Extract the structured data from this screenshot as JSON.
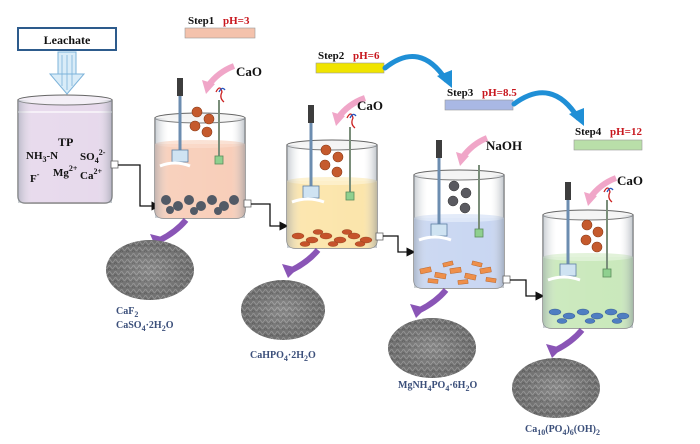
{
  "leachate": {
    "label": "Leachate"
  },
  "tank1": {
    "labels": {
      "tp": "TP",
      "nh3": "NH",
      "nh3_sub": "3",
      "nh3_rest": "-N",
      "so4": "SO",
      "so4_sub": "4",
      "so4_sup": "2-",
      "f": "F",
      "f_sup": "-",
      "mg": "Mg",
      "mg_sup": "2+",
      "ca": "Ca",
      "ca_sup": "2+"
    }
  },
  "steps": [
    {
      "label": "Step1",
      "ph": "pH=3",
      "color": "#f4c2ac",
      "reagent": "CaO"
    },
    {
      "label": "Step2",
      "ph": "pH=6",
      "color": "#f0e400",
      "reagent": "CaO"
    },
    {
      "label": "Step3",
      "ph": "pH=8.5",
      "color": "#a9b8e4",
      "reagent": "NaOH"
    },
    {
      "label": "Step4",
      "ph": "pH=12",
      "color": "#b9dfa9",
      "reagent": "CaO"
    }
  ],
  "products": [
    {
      "l1": "CaF",
      "l1_sub": "2",
      "l2a": "CaSO",
      "l2_sub": "4",
      "l2b": "·2H",
      "l2_sub2": "2",
      "l2c": "O"
    },
    {
      "a": "CaHPO",
      "a_sub": "4",
      "b": "·2H",
      "b_sub": "2",
      "c": "O"
    },
    {
      "a": "MgNH",
      "a_sub": "4",
      "b": "PO",
      "b_sub": "4",
      "c": "·6H",
      "c_sub": "2",
      "d": "O"
    },
    {
      "a": "Ca",
      "a_sub": "10",
      "b": "(PO",
      "b_sub": "4",
      "c": ")",
      "c_sub": "6",
      "d": "(OH)",
      "d_sub": "2"
    }
  ],
  "colors": {
    "tank1_liquid": "#e4d5ea",
    "tank2_liquid": "#f7c9b2",
    "tank3_liquid": "#fbe2a2",
    "tank4_liquid": "#c3d2f0",
    "tank5_liquid": "#c4e6b4",
    "arrow_purple": "#8a55b6",
    "arrow_blue": "#1f8fd6",
    "reagent_arrow": "#f0a6c8"
  }
}
